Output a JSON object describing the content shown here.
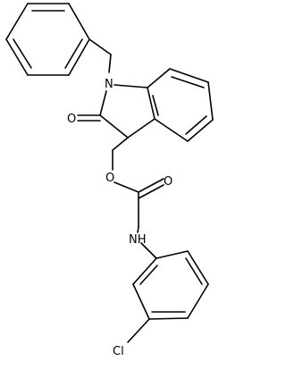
{
  "atom_labels": {
    "n_indole": "N",
    "o_carbonyl": "O",
    "o_ester": "O",
    "o_carbamate": "O",
    "nh": "NH",
    "cl": "Cl"
  }
}
